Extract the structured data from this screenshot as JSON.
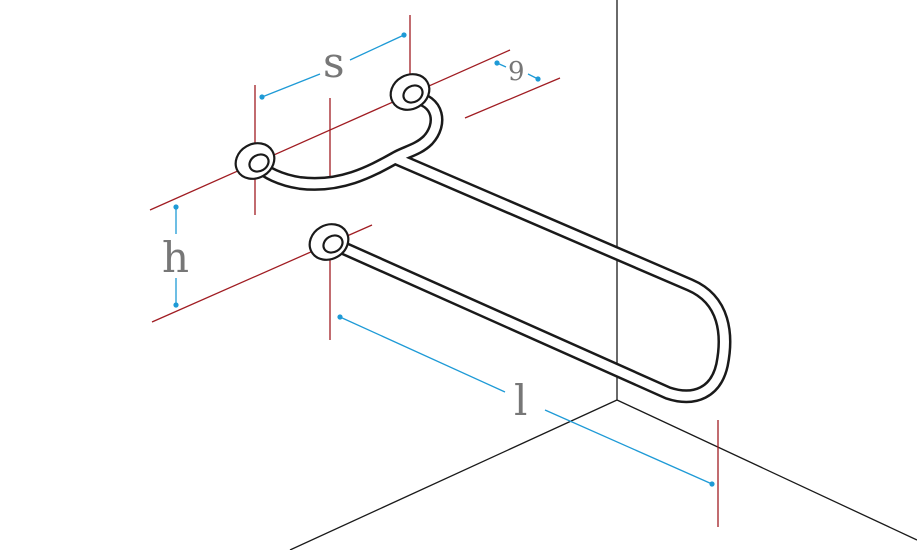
{
  "labels": {
    "s": "s",
    "g": "9",
    "h": "h",
    "l": "l"
  },
  "colors": {
    "outline": "#1a1a1a",
    "extension_line": "#a01c22",
    "dimension_line": "#1e9ad6",
    "label": "#777777",
    "background": "#ffffff"
  }
}
